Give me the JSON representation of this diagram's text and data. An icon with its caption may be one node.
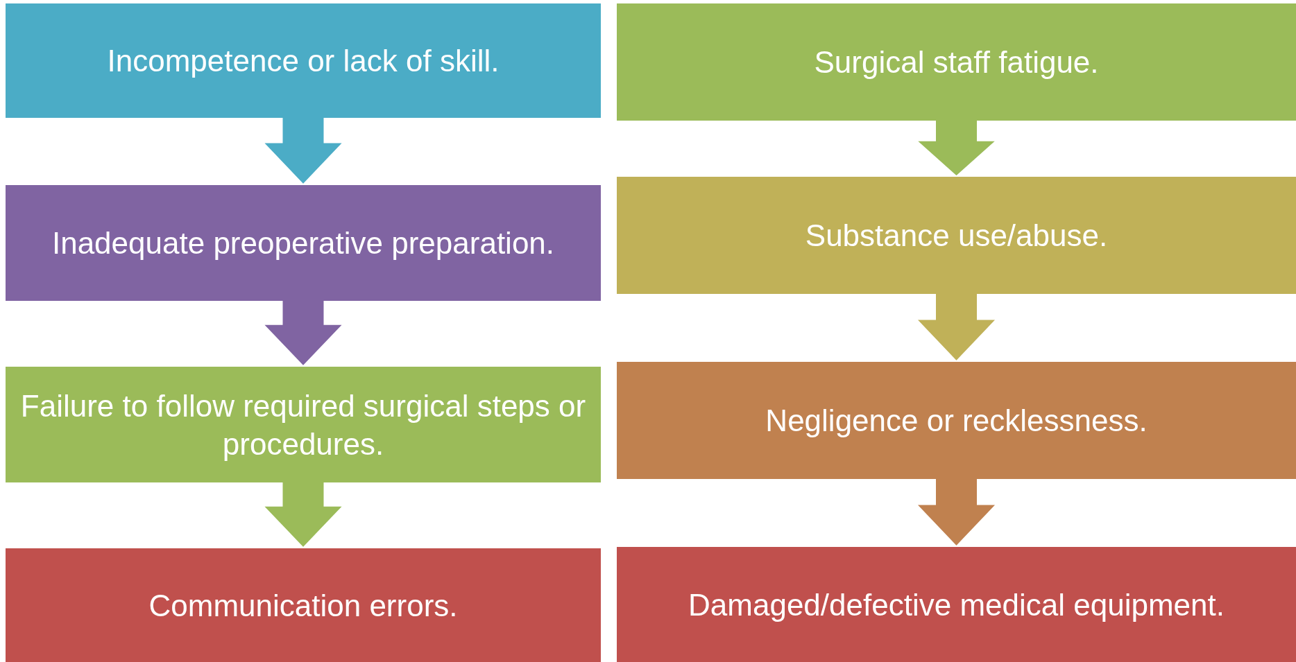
{
  "diagram": {
    "nodes": [
      {
        "text": [
          "Incompetence or lack of skill."
        ]
      },
      {
        "text": [
          "Inadequate preoperative preparation."
        ]
      },
      {
        "text": [
          "Failure to follow required surgical steps or procedures."
        ]
      },
      {
        "text": [
          "Communication errors."
        ]
      },
      {
        "text": [
          "Surgical staff fatigue."
        ]
      },
      {
        "text": [
          "Substance use/abuse."
        ]
      },
      {
        "text": [
          "Negligence or recklessness."
        ]
      },
      {
        "text": [
          "Damaged/defective medical equipment."
        ]
      }
    ],
    "edges": [
      {
        "from": 0,
        "to": 1,
        "arrow": "to"
      },
      {
        "from": 1,
        "to": 2,
        "arrow": "to"
      },
      {
        "from": 2,
        "to": 3,
        "arrow": "to"
      },
      {
        "from": 4,
        "to": 5,
        "arrow": "to"
      },
      {
        "from": 5,
        "to": 6,
        "arrow": "to"
      },
      {
        "from": 6,
        "to": 7,
        "arrow": "to"
      }
    ]
  }
}
